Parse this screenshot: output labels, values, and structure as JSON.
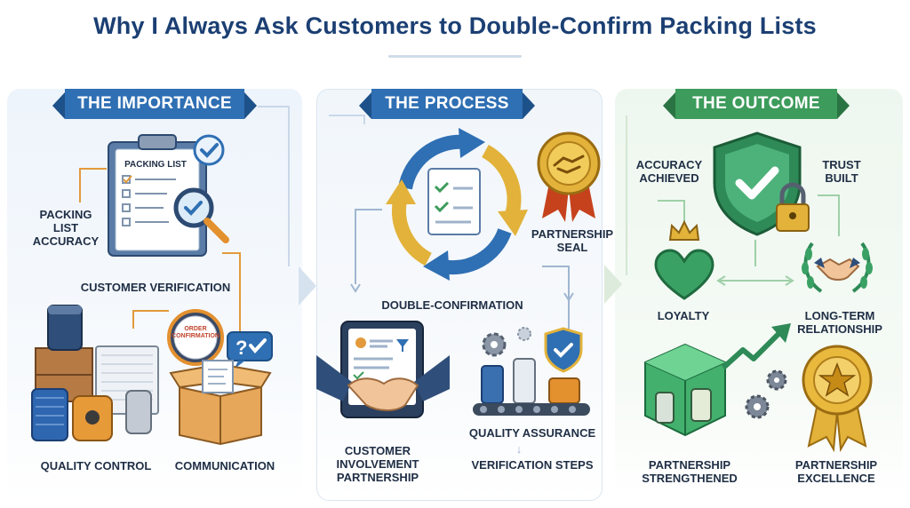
{
  "title": "Why I Always Ask Customers to Double-Confirm Packing Lists",
  "importance": {
    "header": "THE IMPORTANCE",
    "clipboard_title": "PACKING LIST",
    "accuracy": [
      "PACKING",
      "LIST",
      "ACCURACY"
    ],
    "customer_verification": "CUSTOMER VERIFICATION",
    "order_badge": [
      "ORDER",
      "CONFIRMATION"
    ],
    "quality_control": "QUALITY CONTROL",
    "communication": "COMMUNICATION"
  },
  "process": {
    "header": "THE PROCESS",
    "partnership_seal": [
      "PARTNERSHIP",
      "SEAL"
    ],
    "double_confirmation": "DOUBLE-CONFIRMATION",
    "customer_involvement": [
      "CUSTOMER",
      "INVOLVEMENT",
      "PARTNERSHIP"
    ],
    "quality_assurance": "QUALITY ASSURANCE",
    "verification_steps": "VERIFICATION STEPS"
  },
  "outcome": {
    "header": "THE OUTCOME",
    "accuracy_achieved": [
      "ACCURACY",
      "ACHIEVED"
    ],
    "trust_built": [
      "TRUST",
      "BUILT"
    ],
    "loyalty": "LOYALTY",
    "long_term": [
      "LONG-TERM",
      "RELATIONSHIP"
    ],
    "partnership_strengthened": [
      "PARTNERSHIP",
      "STRENGTHENED"
    ],
    "partnership_excellence": [
      "PARTNERSHIP",
      "EXCELLENCE"
    ]
  },
  "colors": {
    "navy": "#1b3f73",
    "blue_banner": "#2f6fb3",
    "green_banner": "#3d9b5b",
    "gold": "#e2b23a",
    "orange_connector": "#e39a3c"
  }
}
